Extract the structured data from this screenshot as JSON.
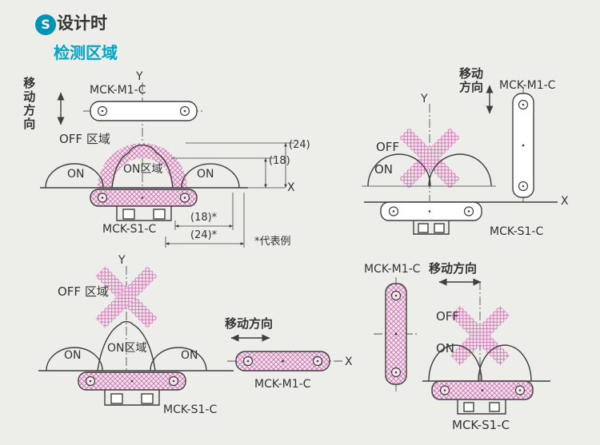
{
  "header": {
    "badge": "S",
    "title": "设计时",
    "subtitle": "检测区域"
  },
  "diagram_top_left": {
    "move_direction": "移动方向",
    "magnet_label": "MCK-M1-C",
    "sensor_label": "MCK-S1-C",
    "axis_y": "Y",
    "axis_x": "X",
    "off_zone": "OFF 区域",
    "on_left": "ON",
    "on_zone": "ON区域",
    "on_right": "ON",
    "dim_v_inner": "(18)",
    "dim_v_outer": "(24)",
    "dim_h_inner": "(18)*",
    "dim_h_outer": "(24)*",
    "footnote": "*代表例"
  },
  "diagram_top_right": {
    "move_direction": "移动\n方向",
    "magnet_label": "MCK-M1-C",
    "sensor_label": "MCK-S1-C",
    "axis_y": "Y",
    "axis_x": "X",
    "off": "OFF",
    "on": "ON"
  },
  "diagram_bottom_left": {
    "axis_y": "Y",
    "off_zone": "OFF 区域",
    "on_left": "ON",
    "on_zone": "ON区域",
    "on_right": "ON",
    "sensor_label": "MCK-S1-C"
  },
  "diagram_bottom_middle": {
    "move_direction": "移动方向",
    "magnet_label": "MCK-M1-C",
    "axis_x": "X"
  },
  "diagram_bottom_right": {
    "magnet_label": "MCK-M1-C",
    "move_direction": "移动方向",
    "off": "OFF",
    "on": "ON",
    "sensor_label": "MCK-S1-C"
  },
  "colors": {
    "accent": "#00a5c9",
    "badge": "#0093b6",
    "hatch_line": "#cc7fb2",
    "hatch_bg": "#f7e6f0",
    "line": "#3f3f3f",
    "background": "#edeeea"
  }
}
